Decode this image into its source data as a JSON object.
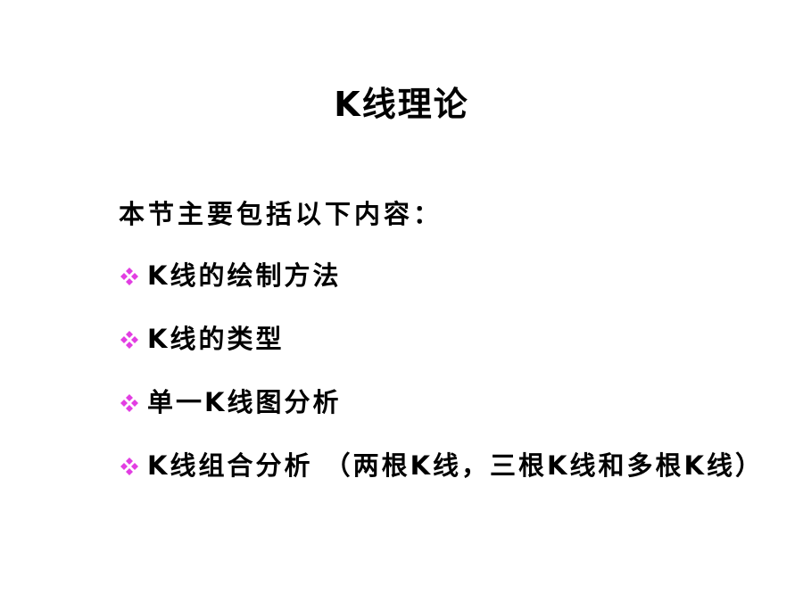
{
  "slide": {
    "title": "K线理论",
    "intro": "本节主要包括以下内容：",
    "bullet_icon": "four-diamond-bullet-icon",
    "bullet_color": "#e23ee2",
    "items": [
      {
        "label": "K线的绘制方法"
      },
      {
        "label": "K线的类型"
      },
      {
        "label": "单一K线图分析"
      },
      {
        "label": "K线组合分析 （两根K线，三根K线和多根K线）"
      }
    ]
  }
}
